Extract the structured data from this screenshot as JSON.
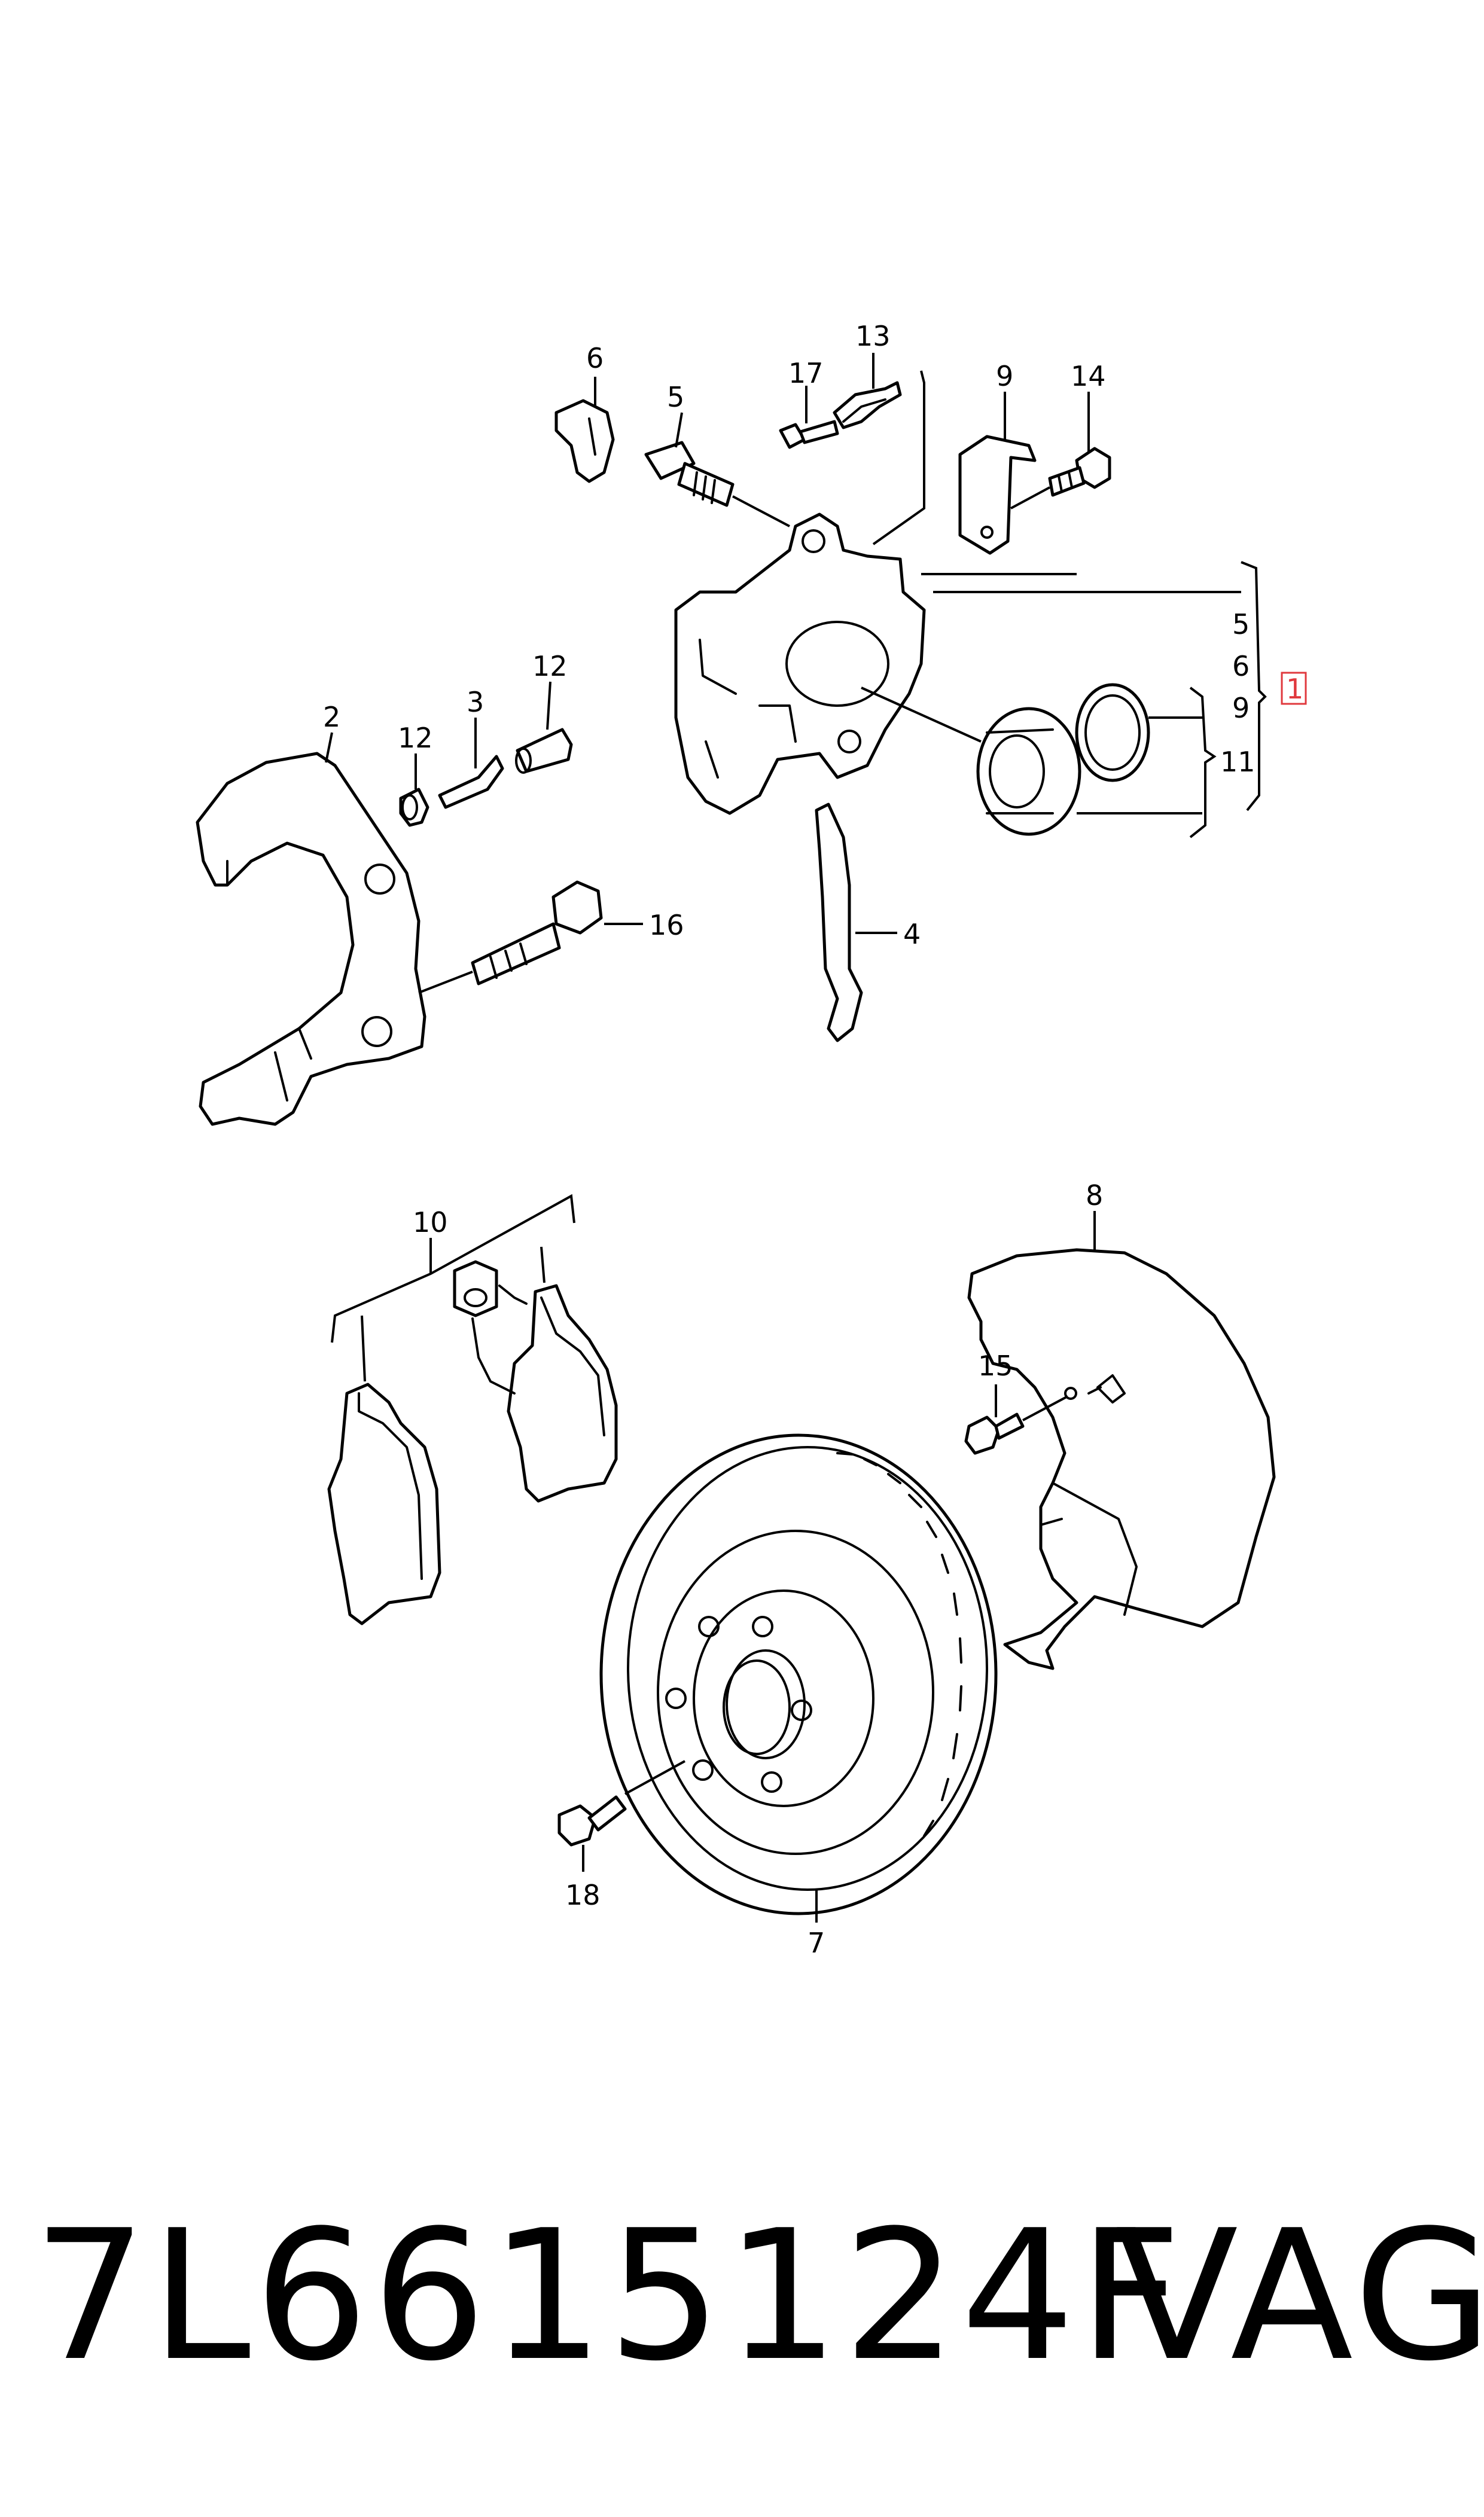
{
  "callouts": {
    "c1": "1",
    "c2": "2",
    "c3": "3",
    "c4": "4",
    "c5": "5",
    "c6": "6",
    "c7": "7",
    "c8": "8",
    "c9": "9",
    "c10": "10",
    "c11": "11",
    "c12a": "12",
    "c12b": "12",
    "c13": "13",
    "c14": "14",
    "c15": "15",
    "c16": "16",
    "c17": "17",
    "c18": "18",
    "group_5": "5",
    "group_6": "6",
    "group_9": "9"
  },
  "highlight_color": "#e0393e",
  "footer": {
    "part_number": "7L6615124F",
    "brand": "VAG"
  }
}
